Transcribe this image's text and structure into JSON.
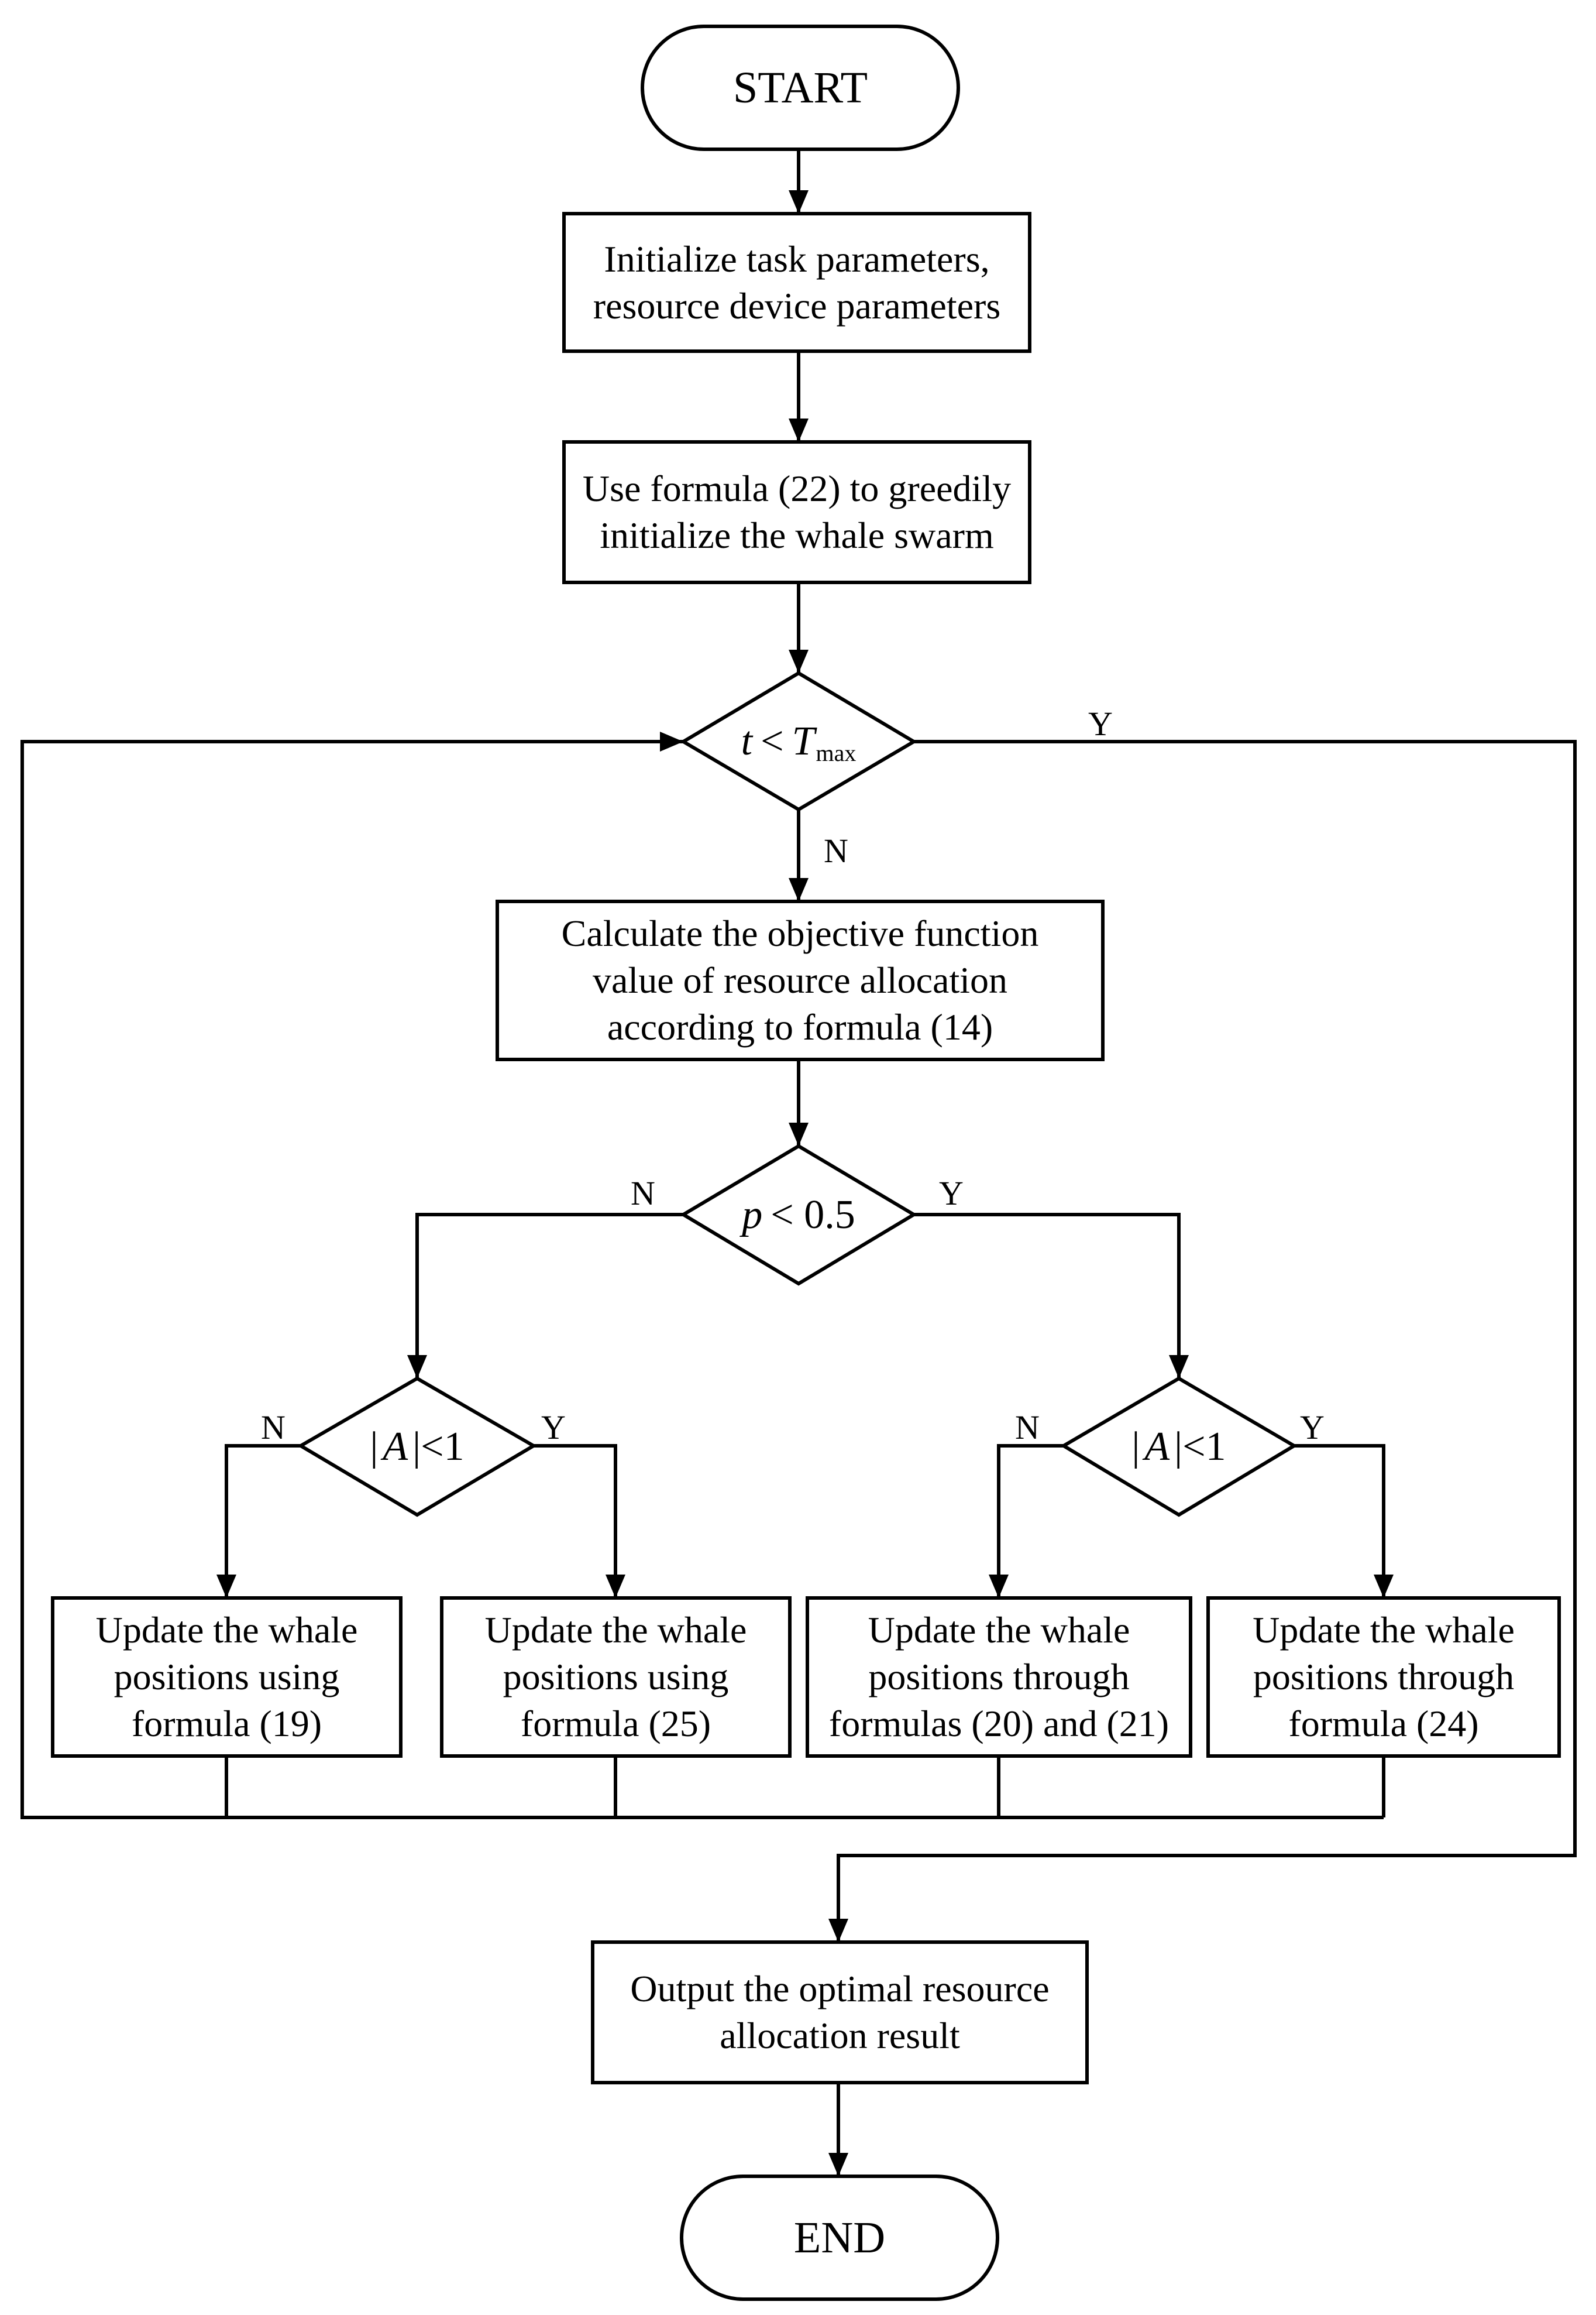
{
  "flowchart": {
    "start": "START",
    "end": "END",
    "init_params": [
      "Initialize task parameters,",
      "resource device parameters"
    ],
    "init_swarm": [
      "Use formula (22) to greedily",
      "initialize the whale swarm"
    ],
    "loop_condition": {
      "var": "t",
      "op": "<",
      "bound": "T",
      "bound_sub": "max"
    },
    "calc_objective": [
      "Calculate the objective function",
      "value of resource allocation",
      "according to formula (14)"
    ],
    "p_condition": {
      "var": "p",
      "rest": "< 0.5"
    },
    "a_condition_left": {
      "pre": "|",
      "var": "A",
      "rest": "|<1"
    },
    "a_condition_right": {
      "pre": "|",
      "var": "A",
      "rest": "|<1"
    },
    "update_19": [
      "Update the whale",
      "positions using",
      "formula (19)"
    ],
    "update_25": [
      "Update the whale",
      "positions using",
      "formula (25)"
    ],
    "update_20_21": [
      "Update the whale",
      "positions through",
      "formulas (20) and (21)"
    ],
    "update_24": [
      "Update the whale",
      "positions through",
      "formula (24)"
    ],
    "output": [
      "Output the optimal resource",
      "allocation result"
    ],
    "labels": {
      "loop_yes": "Y",
      "loop_no": "N",
      "p_no": "N",
      "p_yes": "Y",
      "a_left_no": "N",
      "a_left_yes": "Y",
      "a_right_no": "N",
      "a_right_yes": "Y"
    }
  }
}
